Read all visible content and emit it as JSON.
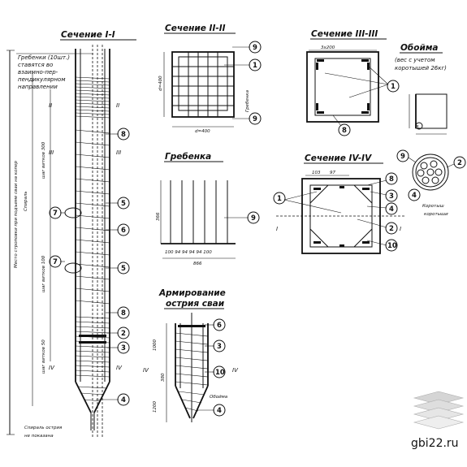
{
  "titles": {
    "sec1": "Сечение I-I",
    "sec2": "Сечение II-II",
    "sec3": "Сечение III-III",
    "sec4": "Сечение IV-IV",
    "comb": "Гребенка",
    "tip_line1": "Армирование",
    "tip_line2": "острия сваи",
    "hoop_line1": "Обойма",
    "hoop_line2": "(вес с учетом",
    "hoop_line3": "коротышей 26кг)"
  },
  "labels": {
    "combs_note_1": "Гребенки (10шт.)",
    "combs_note_2": "ставятся во",
    "combs_note_3": "взаимно-пер-",
    "combs_note_4": "пендикулярном",
    "combs_note_5": "направлении",
    "vertical_note_1": "Место строповки при подъеме сваи на копер",
    "vertical_note_2": "Спираль",
    "spiral_pitch_1": "шаг витков 300",
    "spiral_pitch_2": "шаг витков 100",
    "spiral_pitch_3": "шаг витков 50",
    "pile_top_note": "Спираль острия",
    "pile_top_note_2": "не показана",
    "hoop_short": "Коротыш",
    "hoop_short2": "коротыши",
    "sec2_dim_h": "d=400",
    "sec2_dim_v": "d=400",
    "sec3_dim": "3x200",
    "sec4_dim_1": "103",
    "sec4_dim_2": "97",
    "comb_dim_total": "866",
    "comb_dim_h": "366",
    "comb_dims": "100  94  94  94  94  100",
    "tip_dim_1": "380",
    "tip_dim_2": "1000",
    "tip_dim_3": "1200",
    "tip_note": "Обойма",
    "sec_mark_2": "II",
    "sec_mark_3": "III",
    "sec_mark_4": "IV",
    "sec_mark_1": "I",
    "watermark": "gbi22.ru"
  },
  "callouts": {
    "n1": "1",
    "n2": "2",
    "n3": "3",
    "n4": "4",
    "n5": "5",
    "n6": "6",
    "n7": "7",
    "n8": "8",
    "n9": "9",
    "n10": "10"
  }
}
